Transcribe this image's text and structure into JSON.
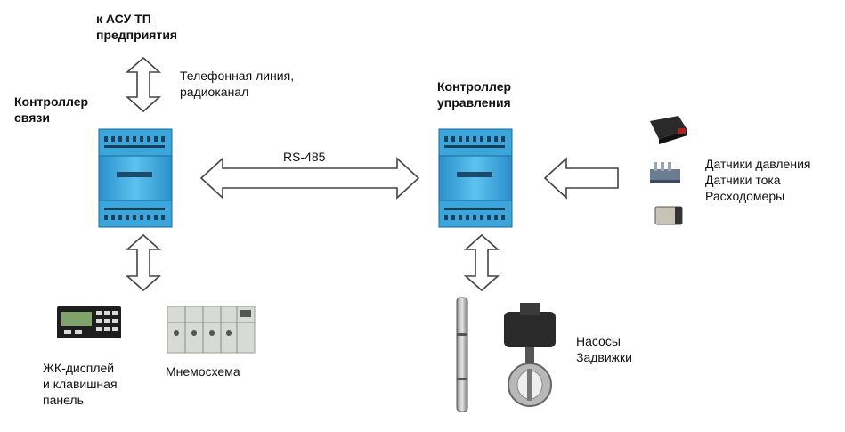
{
  "labels": {
    "top_system": "к АСУ ТП\nпредприятия",
    "comm_link": "Телефонная линия,\nрадиоканал",
    "comm_controller": "Контроллер\nсвязи",
    "control_controller": "Контроллер\nуправления",
    "bus": "RS-485",
    "sensors": "Датчики давления\nДатчики тока\nРасходомеры",
    "lcd_panel": "ЖК-дисплей\nи клавишная\n панель",
    "mimic": "Мнемосхема",
    "actuators": "Насосы\nЗадвижки"
  },
  "colors": {
    "controller_body": "#4fb6e6",
    "controller_dark": "#1f7fb8",
    "arrow_fill": "#ffffff",
    "arrow_stroke": "#444444"
  }
}
